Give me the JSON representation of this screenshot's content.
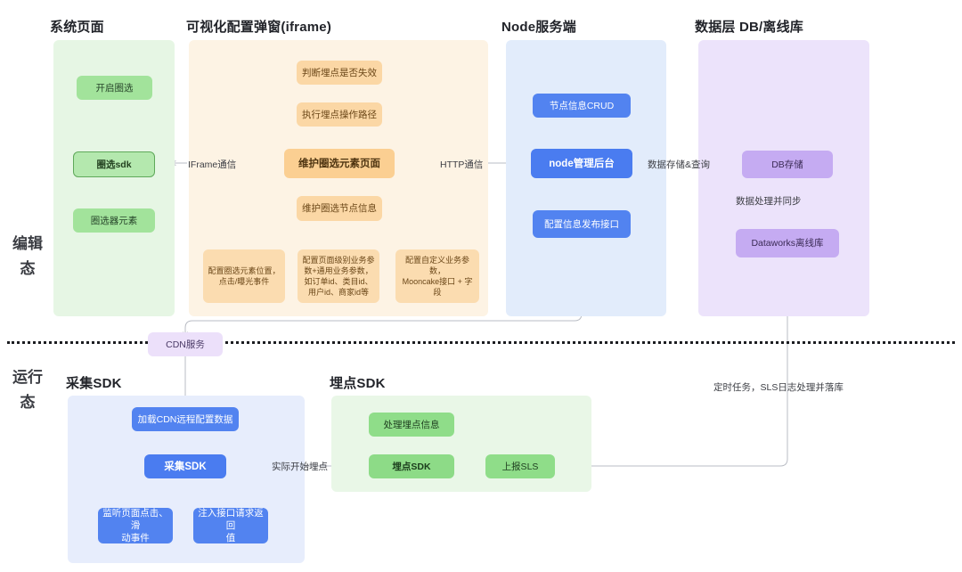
{
  "columns": [
    {
      "title": "系统页面"
    },
    {
      "title": "可视化配置弹窗(iframe)"
    },
    {
      "title": "Node服务端"
    },
    {
      "title": "数据层 DB/离线库"
    },
    {
      "title": "采集SDK"
    },
    {
      "title": "埋点SDK"
    }
  ],
  "states": {
    "edit": "编辑态",
    "runtime": "运行态"
  },
  "system_page": {
    "nodes": [
      {
        "label": "开启圈选"
      },
      {
        "label": "圈选sdk"
      },
      {
        "label": "圈选器元素"
      }
    ]
  },
  "iframe_panel": {
    "nodes": [
      {
        "label": "判断埋点是否失效"
      },
      {
        "label": "执行埋点操作路径"
      },
      {
        "label": "维护圈选元素页面"
      },
      {
        "label": "维护圈选节点信息"
      }
    ],
    "configs": [
      {
        "label": "配置圈选元素位置，\n点击/曝光事件"
      },
      {
        "label": "配置页面级别业务参数+通用业务参数，如订单id、类目id、用户id、商家id等"
      },
      {
        "label": "配置自定义业务参数，\nMooncake接口 + 字段"
      }
    ]
  },
  "node_server": {
    "nodes": [
      {
        "label": "节点信息CRUD"
      },
      {
        "label": "node管理后台"
      },
      {
        "label": "配置信息发布接口"
      }
    ]
  },
  "data_layer": {
    "nodes": [
      {
        "label": "DB存储"
      },
      {
        "label": "Dataworks离线库"
      }
    ],
    "sync_label": "数据处理并同步"
  },
  "cdn": {
    "label": "CDN服务"
  },
  "collect_sdk": {
    "nodes": [
      {
        "label": "加载CDN远程配置数据"
      },
      {
        "label": "采集SDK"
      },
      {
        "label": "监听页面点击、滑\n动事件"
      },
      {
        "label": "注入接口请求返回\n值"
      }
    ]
  },
  "track_sdk": {
    "nodes": [
      {
        "label": "处理埋点信息"
      },
      {
        "label": "埋点SDK"
      },
      {
        "label": "上报SLS"
      }
    ]
  },
  "edge_labels": {
    "iframe_comm": "IFrame通信",
    "http_comm": "HTTP通信",
    "db_query": "数据存储&查询",
    "start_tracking": "实际开始埋点",
    "scheduled_task": "定时任务，SLS日志处理并落库"
  },
  "colors": {
    "green_lane": "#e6f6e4",
    "orange_lane": "#fdf3e4",
    "blue_lane": "#e2ecfb",
    "purple_lane": "#ece3fb",
    "green_node": "#a2e39b",
    "orange_node": "#fbd7a5",
    "blue_node": "#5283f0",
    "purple_node": "#c5abf2",
    "line": "#b9bcc4"
  }
}
